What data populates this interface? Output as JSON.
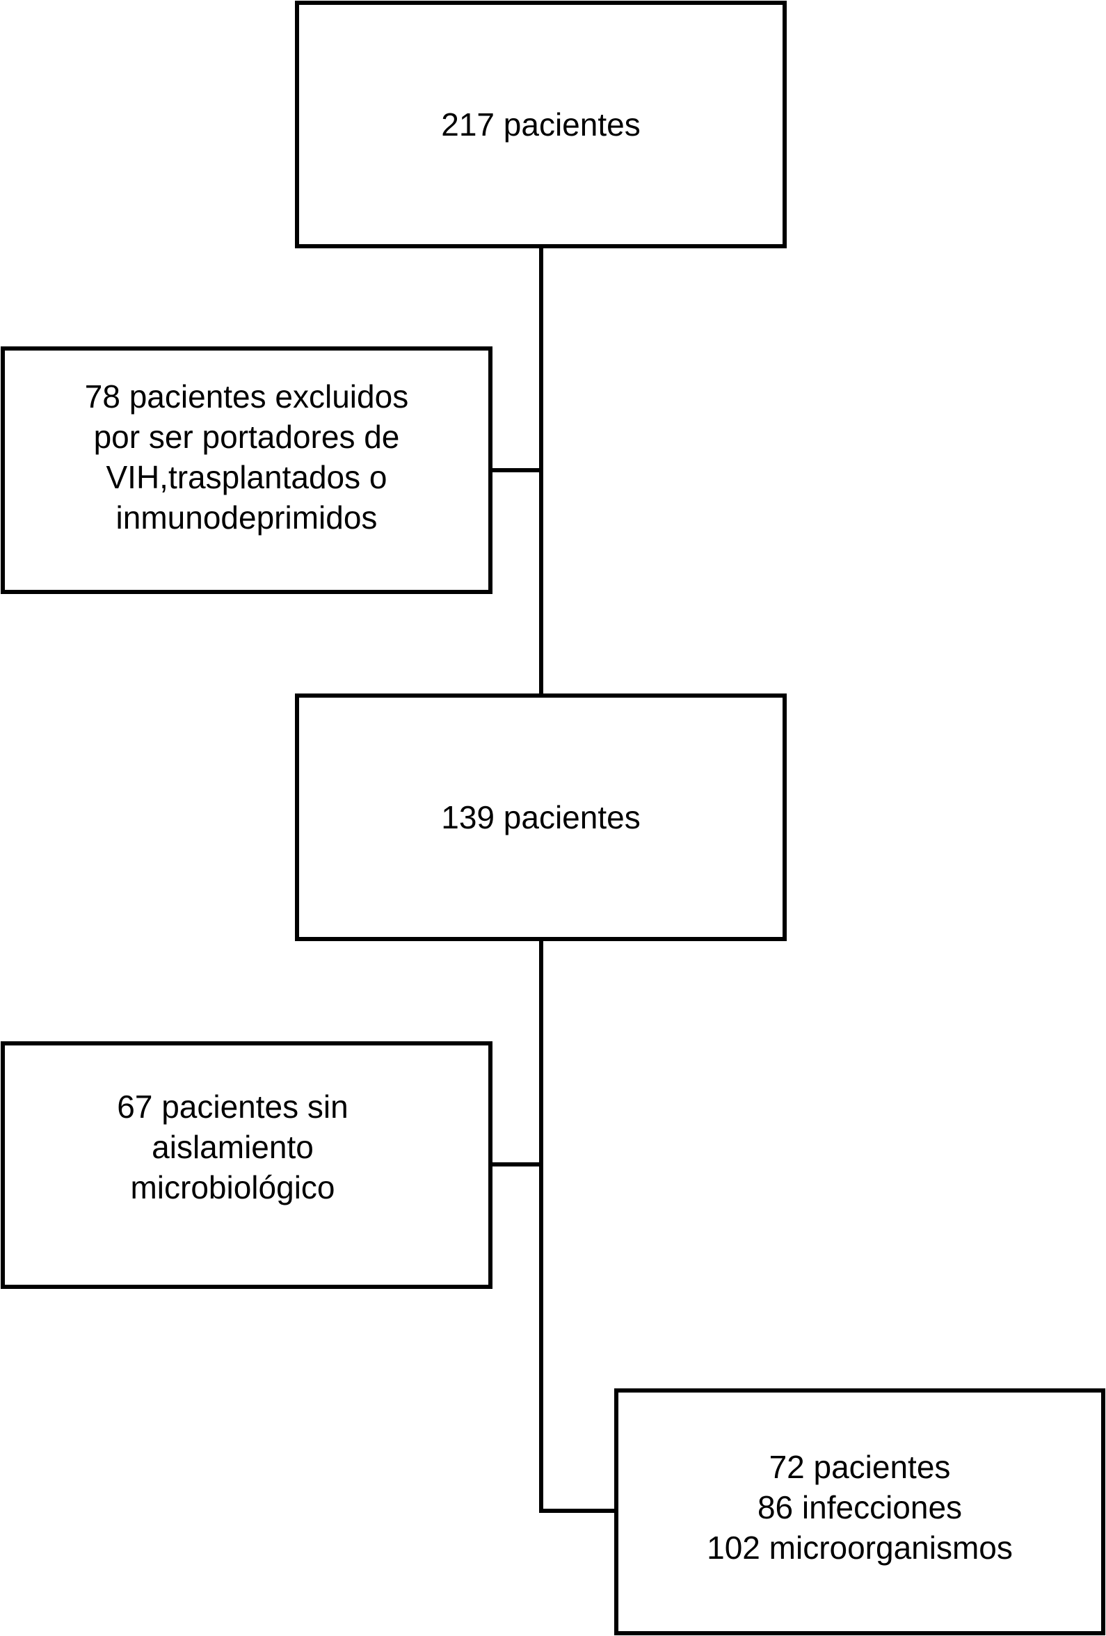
{
  "diagram": {
    "nodes": {
      "total": {
        "label": "217 pacientes"
      },
      "excluded": {
        "label": "78 pacientes excluidos\npor ser portadores de\nVIH,trasplantados o\ninmunodeprimidos"
      },
      "included": {
        "label": "139 pacientes"
      },
      "no_isolation": {
        "label": "67 pacientes sin\naislamiento\nmicrobiológico"
      },
      "final": {
        "label": "72 pacientes\n86 infecciones\n102 microorganismos"
      }
    },
    "edges": [
      {
        "from": "total",
        "to": "included"
      },
      {
        "from": "total",
        "to": "excluded"
      },
      {
        "from": "included",
        "to": "no_isolation"
      },
      {
        "from": "included",
        "to": "final"
      }
    ],
    "colors": {
      "stroke": "#000000",
      "background": "#ffffff"
    }
  }
}
